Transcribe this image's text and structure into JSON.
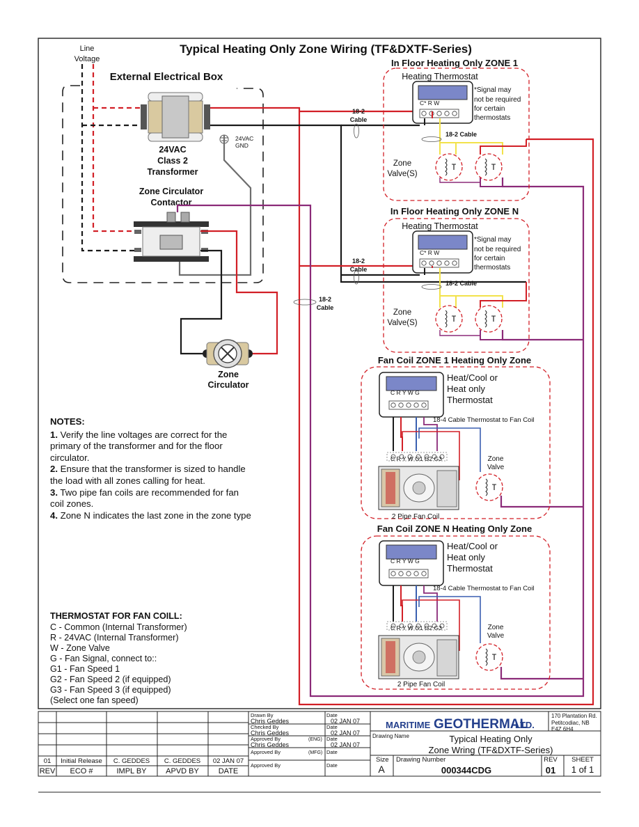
{
  "title": "Typical Heating Only Zone Wiring (TF&DXTF-Series)",
  "line_voltage": [
    "Line",
    "Voltage"
  ],
  "external_box": "External Electrical Box",
  "transformer": [
    "24VAC",
    "Class 2",
    "Transformer"
  ],
  "gnd": [
    "24VAC",
    "GND"
  ],
  "contactor": [
    "Zone Circulator",
    "Contactor"
  ],
  "circulator": [
    "Zone",
    "Circulator"
  ],
  "cable_2": [
    "18-2",
    "Cable"
  ],
  "cable_2_inline": "18-2 Cable",
  "cable_4": "18-4 Cable Thermostat to Fan Coil",
  "floor_zones": [
    {
      "title": "In Floor Heating Only ZONE 1"
    },
    {
      "title": "In Floor Heating Only ZONE N"
    }
  ],
  "floor_zone_common": {
    "thermostat": "Heating Thermostat",
    "terminals": "C* R  W",
    "signal_note": [
      "*Signal may",
      "not be required",
      "for certain",
      "thermostats"
    ],
    "valve": [
      "Zone",
      "Valve(S)"
    ]
  },
  "fan_zones": [
    {
      "title": "Fan Coil ZONE 1     Heating Only Zone"
    },
    {
      "title": "Fan Coil ZONE N     Heating Only Zone"
    }
  ],
  "fan_zone_common": {
    "thermostat": [
      "Heat/Cool or",
      "Heat only",
      "Thermostat"
    ],
    "stat_terminals": "C  R  Y  W  G",
    "coil_terminals": "C  R  Y  W G1 G2 G3",
    "valve": [
      "Zone",
      "Valve"
    ],
    "fan_coil": "2 Pipe Fan Coil"
  },
  "notes": {
    "heading": "NOTES:",
    "items": [
      {
        "num": "1.",
        "text": " Verify the line voltages are correct for the primary of the transformer and for the floor circulator."
      },
      {
        "num": "2.",
        "text": " Ensure that the transformer is sized to handle the load with all zones calling for heat."
      },
      {
        "num": "3.",
        "text": " Two pipe fan coils are recommended for fan coil zones."
      },
      {
        "num": "4.",
        "text": " Zone N indicates the last zone in the zone type"
      }
    ]
  },
  "fan_legend": {
    "heading": "THERMOSTAT FOR FAN COILL:",
    "lines": [
      "C   - Common (Internal Transformer)",
      "R   - 24VAC (Internal Transformer)",
      "W   - Zone Valve",
      "G   - Fan Signal, connect to::",
      "G1 - Fan Speed 1",
      "G2 - Fan Speed 2 (if equipped)",
      "G3 - Fan Speed 3 (if equipped)",
      "(Select one fan speed)"
    ]
  },
  "title_block": {
    "rev_row": {
      "rev": "01",
      "eco": "Initial Release",
      "impl": "C. GEDDES",
      "apvd": "C. GEDDES",
      "date": "02 JAN 07"
    },
    "rev_headers": {
      "rev": "REV",
      "eco": "ECO #",
      "impl": "IMPL BY",
      "apvd": "APVD BY",
      "date": "DATE"
    },
    "drawn_by_label": "Drawn By",
    "drawn_by": "Chris Geddes",
    "checked_by_label": "Checked By",
    "checked_by": "Chris Geddes",
    "approved_eng_label": "Approved By",
    "approved_eng_tag": "(ENG)",
    "approved_eng": "Chris Geddes",
    "approved_mfg_label": "Approved By",
    "approved_mfg_tag": "(MFG)",
    "approved_label": "Approved By",
    "date_label": "Date",
    "drawn_date": "02 JAN 07",
    "checked_date": "02 JAN 07",
    "approved_date": "02 JAN 07",
    "company_a": "MARITIME",
    "company_b": "GEOTHERMAL",
    "company_c": "LTD.",
    "address": [
      "170 Plantation Rd.",
      "Petitcodiac, NB",
      "E4Z 6H4"
    ],
    "drawing_name_label": "Drawing Name",
    "drawing_name": [
      "Typical Heating Only",
      "Zone Wring (TF&DXTF-Series)"
    ],
    "size_label": "Size",
    "size": "A",
    "drawing_number_label": "Drawing Number",
    "drawing_number": "000344CDG",
    "rev_label": "REV",
    "rev": "01",
    "sheet_label": "SHEET",
    "sheet": "1 of 1"
  },
  "colors": {
    "red": "#d21f26",
    "black": "#1a1a1a",
    "gray": "#6d6d6d",
    "purple": "#8b2a78",
    "yellow": "#f2e24a",
    "blue": "#3a5fb0",
    "lcd": "#7b87c8"
  }
}
